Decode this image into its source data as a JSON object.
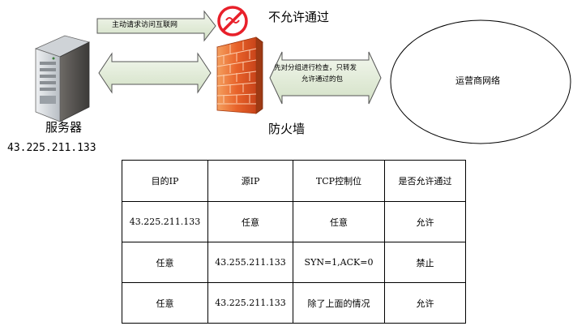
{
  "diagram": {
    "request_arrow_label": "主动请求访问互联网",
    "deny_label": "不允许通过",
    "filter_arrow_label_line1": "先对分组进行检查，只转发",
    "filter_arrow_label_line2": "允许通过的包",
    "server_label": "服务器",
    "server_ip": "43.225.211.133",
    "firewall_label": "防火墙",
    "isp_label": "运营商网络"
  },
  "rules_table": {
    "headers": [
      "目的IP",
      "源IP",
      "TCP控制位",
      "是否允许通过"
    ],
    "rows": [
      [
        "43.225.211.133",
        "任意",
        "任意",
        "允许"
      ],
      [
        "任意",
        "43.255.211.133",
        "SYN=1,ACK=0",
        "禁止"
      ],
      [
        "任意",
        "43.225.211.133",
        "除了上面的情况",
        "允许"
      ]
    ]
  },
  "colors": {
    "arrow_fill": "#e3eddb",
    "arrow_stroke": "#555555",
    "brick": "#e8632a",
    "deny_red": "#e8202a"
  }
}
